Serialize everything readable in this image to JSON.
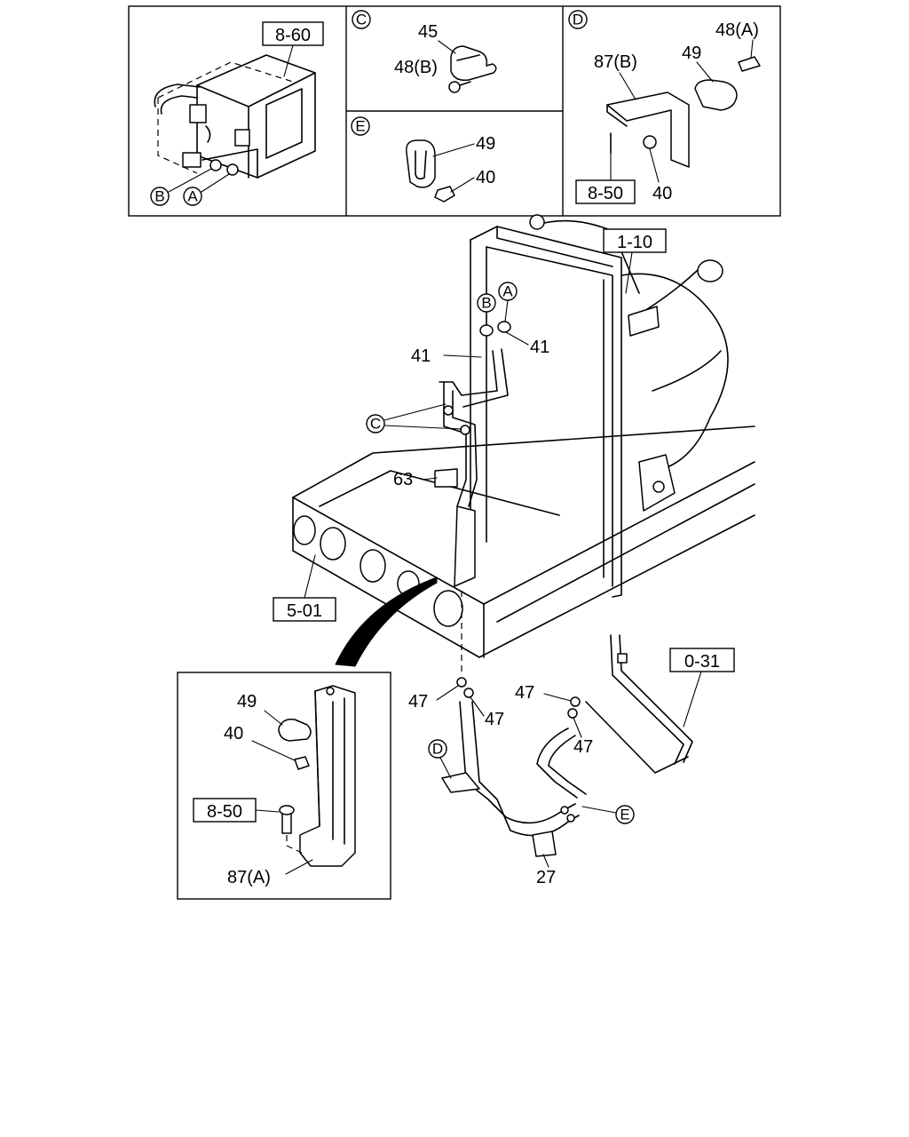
{
  "labels": {
    "ref_8_60": "8-60",
    "ref_1_10": "1-10",
    "ref_5_01": "5-01",
    "ref_0_31": "0-31",
    "ref_8_50_d": "8-50",
    "ref_8_50_inset": "8-50",
    "p45": "45",
    "p48b": "48(B)",
    "p48a": "48(A)",
    "p87b": "87(B)",
    "p49_d": "49",
    "p40_d": "40",
    "p49_e": "49",
    "p40_e": "40",
    "p41_left": "41",
    "p41_right": "41",
    "p63": "63",
    "p47_a": "47",
    "p47_b": "47",
    "p47_c": "47",
    "p47_d": "47",
    "p27": "27",
    "p49_inset": "49",
    "p40_inset": "40",
    "p87a": "87(A)"
  },
  "callouts": {
    "panel_a_A": "A",
    "panel_a_B": "B",
    "panel_c": "C",
    "panel_d": "D",
    "panel_e": "E",
    "main_A": "A",
    "main_B": "B",
    "main_C": "C",
    "main_D": "D",
    "main_E": "E"
  }
}
